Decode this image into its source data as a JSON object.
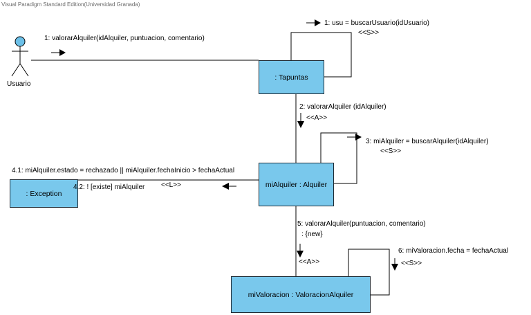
{
  "header": {
    "edition_text": "Visual Paradigm Standard Edition(Universidad Granada)"
  },
  "actor": {
    "name": "Usuario"
  },
  "objects": {
    "tapuntas": ": Tapuntas",
    "alquiler": "miAlquiler : Alquiler",
    "exception": ": Exception",
    "valoracion": "miValoracion : ValoracionAlquiler"
  },
  "messages": {
    "m1": "1: valorarAlquiler(idAlquiler, puntuacion, comentario)",
    "m1_1": "1: usu = buscarUsuario(idUsuario)",
    "m1_1_stereo": "<<S>>",
    "m2": "2: valorarAlquiler (idAlquiler)",
    "m2_stereo": "<<A>>",
    "m3": "3: miAlquiler = buscarAlquiler(idAlquiler)",
    "m3_stereo": "<<S>>",
    "m41": "4.1: miAlquiler.estado = rechazado || miAlquiler.fechaInicio > fechaActual",
    "m42": "4.2: ! [existe] miAlquiler",
    "m4_stereo": "<<L>>",
    "m5": "5: valorarAlquiler(puntuacion, comentario)",
    "m5_constraint": ": {new}",
    "m5_stereo": "<<A>>",
    "m6": "6: miValoracion.fecha = fechaActual",
    "m6_stereo": "<<S>>"
  },
  "colors": {
    "object_fill": "#79c8ec",
    "object_border": "#1e2a33",
    "actor_head": "#6cc0e8",
    "line": "#000000"
  }
}
